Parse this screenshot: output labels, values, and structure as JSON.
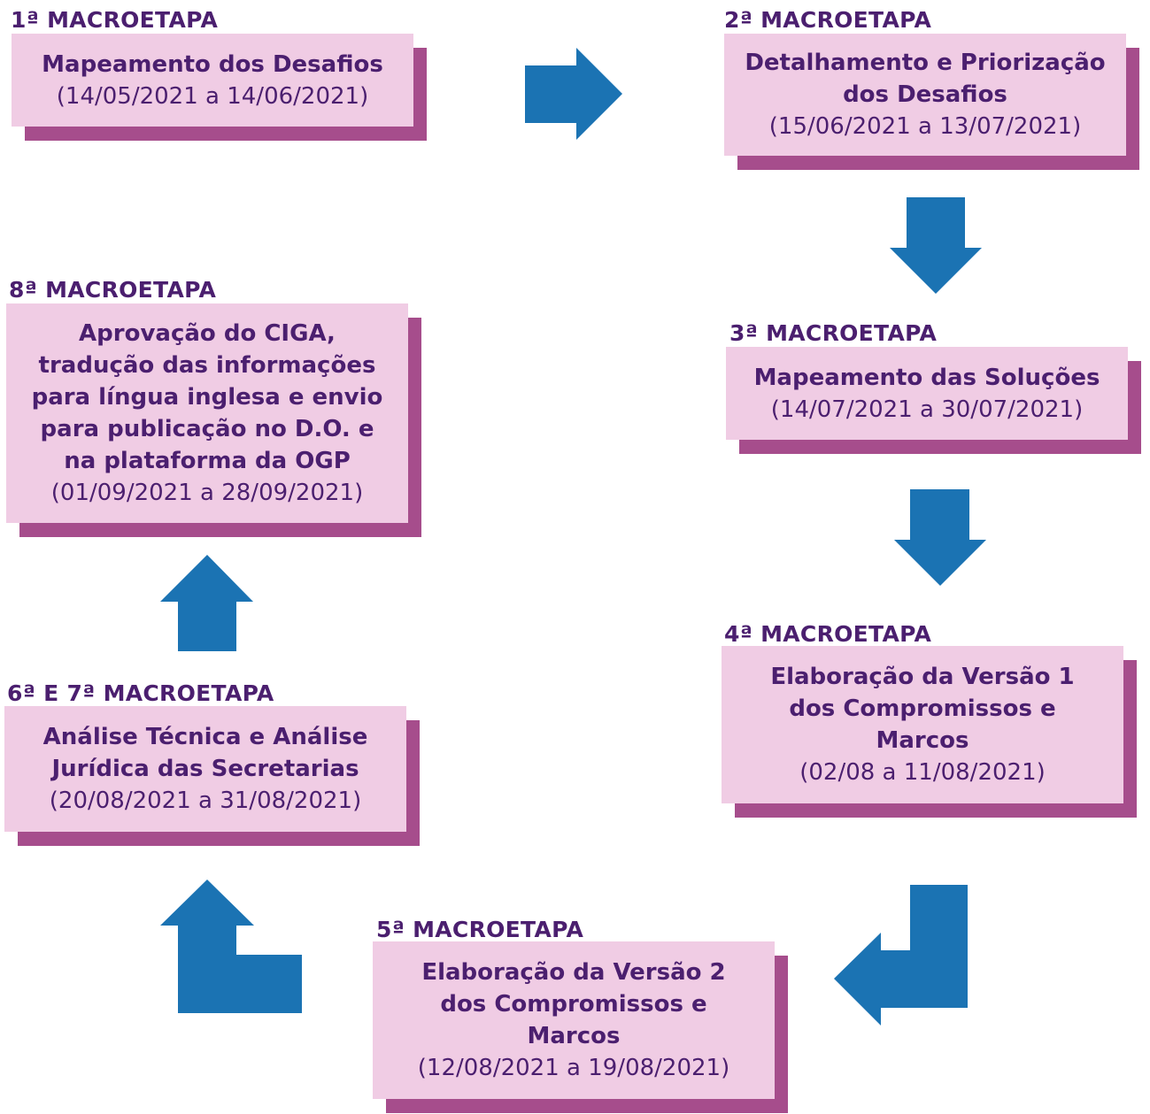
{
  "colors": {
    "box_fill": "#f0cce4",
    "box_shadow": "#a64d8c",
    "text": "#4b1f6f",
    "arrow": "#1b73b3"
  },
  "stages": [
    {
      "label": "1ª MACROETAPA",
      "title": "Mapeamento dos Desafios",
      "dates": "(14/05/2021 a 14/06/2021)"
    },
    {
      "label": "2ª MACROETAPA",
      "title": "Detalhamento e Priorização\ndos Desafios",
      "dates": "(15/06/2021 a 13/07/2021)"
    },
    {
      "label": "3ª MACROETAPA",
      "title": "Mapeamento das Soluções",
      "dates": "(14/07/2021 a 30/07/2021)"
    },
    {
      "label": "4ª MACROETAPA",
      "title": "Elaboração da Versão 1\ndos Compromissos e\nMarcos",
      "dates": "(02/08 a 11/08/2021)"
    },
    {
      "label": "5ª MACROETAPA",
      "title": "Elaboração da Versão 2\ndos Compromissos e\nMarcos",
      "dates": "(12/08/2021 a 19/08/2021)"
    },
    {
      "label": "6ª E 7ª MACROETAPA",
      "title": "Análise Técnica e Análise\nJurídica das Secretarias",
      "dates": "(20/08/2021 a 31/08/2021)"
    },
    {
      "label": "8ª MACROETAPA",
      "title": "Aprovação do CIGA,\ntradução das informações\npara língua inglesa e envio\npara publicação no D.O. e\nna plataforma da OGP",
      "dates": "(01/09/2021 a 28/09/2021)"
    }
  ],
  "connectors": [
    {
      "from": "1ª MACROETAPA",
      "to": "2ª MACROETAPA",
      "direction": "right"
    },
    {
      "from": "2ª MACROETAPA",
      "to": "3ª MACROETAPA",
      "direction": "down"
    },
    {
      "from": "3ª MACROETAPA",
      "to": "4ª MACROETAPA",
      "direction": "down"
    },
    {
      "from": "4ª MACROETAPA",
      "to": "5ª MACROETAPA",
      "direction": "down-left"
    },
    {
      "from": "5ª MACROETAPA",
      "to": "6ª E 7ª MACROETAPA",
      "direction": "left-up"
    },
    {
      "from": "6ª E 7ª MACROETAPA",
      "to": "8ª MACROETAPA",
      "direction": "up"
    }
  ]
}
